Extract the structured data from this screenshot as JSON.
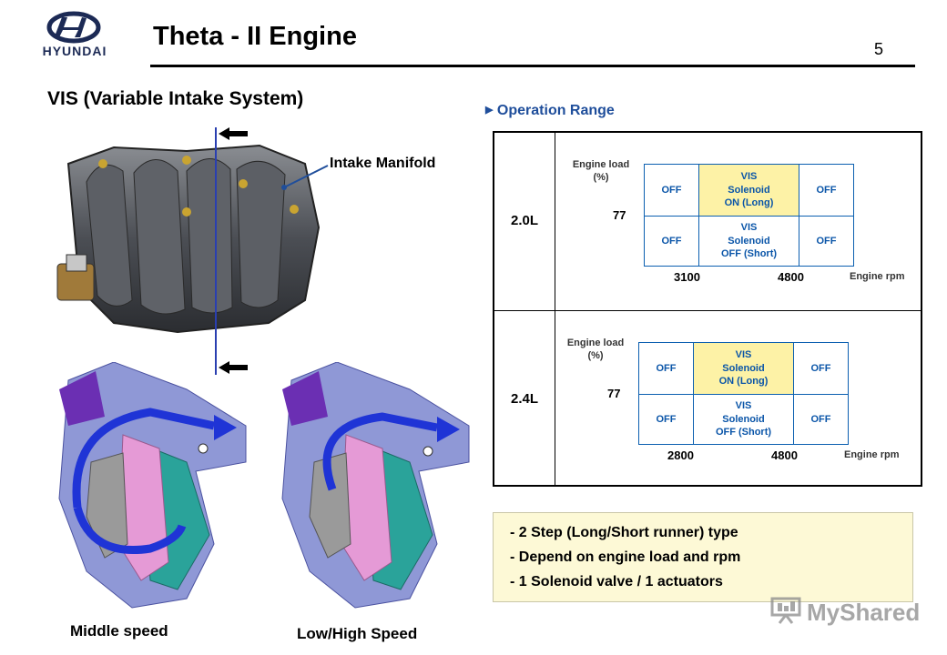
{
  "header": {
    "brand": "HYUNDAI",
    "title": "Theta - II Engine",
    "page_number": "5"
  },
  "section_title": "VIS (Variable Intake System)",
  "intake_label": "Intake Manifold",
  "operation_range": {
    "heading": "Operation Range",
    "y_label_line1": "Engine load",
    "y_label_line2": "(%)",
    "x_label": "Engine rpm",
    "engines": [
      {
        "name": "2.0L",
        "load_value": "77",
        "rpm_low": "3100",
        "rpm_high": "4800",
        "cells": {
          "top_left": "OFF",
          "top_mid_1": "VIS",
          "top_mid_2": "Solenoid",
          "top_mid_3": "ON (Long)",
          "top_right": "OFF",
          "bot_left": "OFF",
          "bot_mid_1": "VIS",
          "bot_mid_2": "Solenoid",
          "bot_mid_3": "OFF (Short)",
          "bot_right": "OFF"
        }
      },
      {
        "name": "2.4L",
        "load_value": "77",
        "rpm_low": "2800",
        "rpm_high": "4800",
        "cells": {
          "top_left": "OFF",
          "top_mid_1": "VIS",
          "top_mid_2": "Solenoid",
          "top_mid_3": "ON (Long)",
          "top_right": "OFF",
          "bot_left": "OFF",
          "bot_mid_1": "VIS",
          "bot_mid_2": "Solenoid",
          "bot_mid_3": "OFF (Short)",
          "bot_right": "OFF"
        }
      }
    ]
  },
  "features": [
    "- 2 Step (Long/Short runner) type",
    "- Depend on engine load and rpm",
    "- 1 Solenoid valve / 1 actuators"
  ],
  "captions": {
    "left": "Middle speed",
    "right": "Low/High Speed"
  },
  "watermark": "MyShared",
  "colors": {
    "brand": "#1c2a55",
    "accent_blue": "#1f4e9b",
    "on_cell": "#fdf2a6",
    "features_bg": "#fdf9d6"
  }
}
